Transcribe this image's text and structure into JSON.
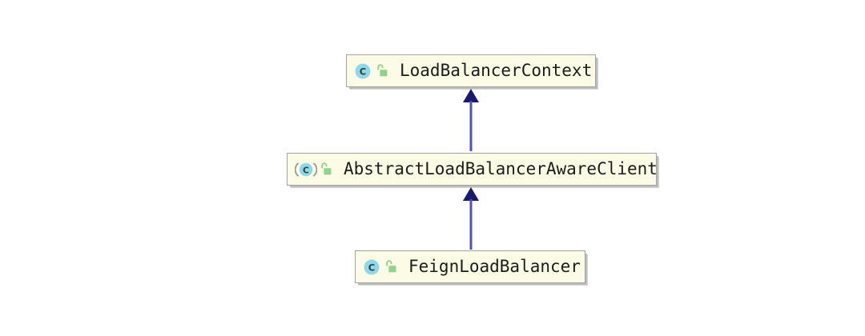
{
  "diagram": {
    "type": "uml-class-hierarchy",
    "background_color": "#ffffff",
    "box_fill_color": "#fcfce6",
    "box_border_color": "#a2a2a2",
    "connector_line_color": "#4e4ec0",
    "arrowhead_color": "#191970",
    "class_icon_color": "#8fd8e8",
    "lock_icon_color": "#8fd48a",
    "abstract_bracket_color": "#9a9a9a"
  },
  "classes": [
    {
      "id": "load-balancer-context",
      "name": "LoadBalancerContext",
      "stereotype": "class",
      "abstract": false,
      "visibility": "public",
      "class_icon_letter": "C",
      "class_icon_name": "class-icon",
      "lock_icon_name": "open-padlock-icon"
    },
    {
      "id": "abstract-load-balancer-aware-client",
      "name": "AbstractLoadBalancerAwareClient",
      "stereotype": "abstract class",
      "abstract": true,
      "visibility": "public",
      "class_icon_letter": "C",
      "class_icon_name": "abstract-class-icon",
      "lock_icon_name": "open-padlock-icon"
    },
    {
      "id": "feign-load-balancer",
      "name": "FeignLoadBalancer",
      "stereotype": "class",
      "abstract": false,
      "visibility": "public",
      "class_icon_letter": "C",
      "class_icon_name": "class-icon",
      "lock_icon_name": "open-padlock-icon"
    }
  ],
  "relationships": [
    {
      "id": "generalization-1",
      "type": "generalization",
      "label": "extends",
      "from": "AbstractLoadBalancerAwareClient",
      "to": "LoadBalancerContext",
      "arrow_direction": "up"
    },
    {
      "id": "generalization-2",
      "type": "generalization",
      "label": "extends",
      "from": "FeignLoadBalancer",
      "to": "AbstractLoadBalancerAwareClient",
      "arrow_direction": "up"
    }
  ]
}
